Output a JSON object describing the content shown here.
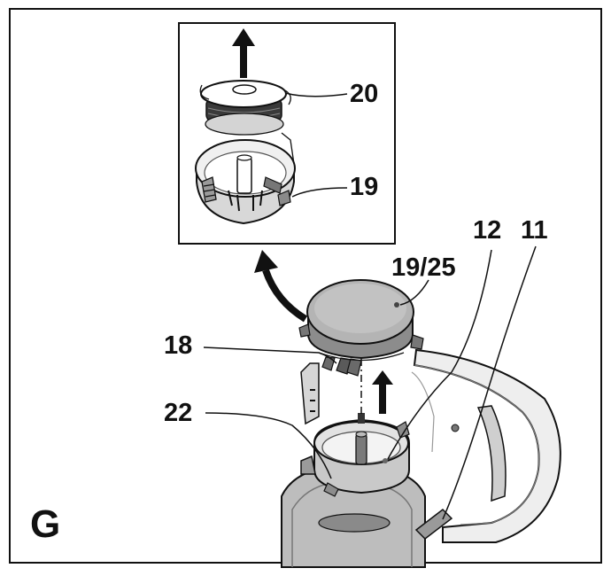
{
  "figure": {
    "letter": "G",
    "colors": {
      "ink": "#111111",
      "shade_dark": "#6e6e6e",
      "shade_mid": "#a8a8a8",
      "shade_light": "#d6d6d6",
      "paper": "#ffffff"
    }
  },
  "callouts": {
    "spool": "20",
    "spool_housing": "19",
    "cap_assembly": "19/25",
    "base_plate": "12",
    "guard": "11",
    "drive_hub": "18",
    "housing_base": "22"
  },
  "icons": {
    "lift_arrow": "arrow-up-icon",
    "remove_arrow": "curved-arrow-icon"
  }
}
